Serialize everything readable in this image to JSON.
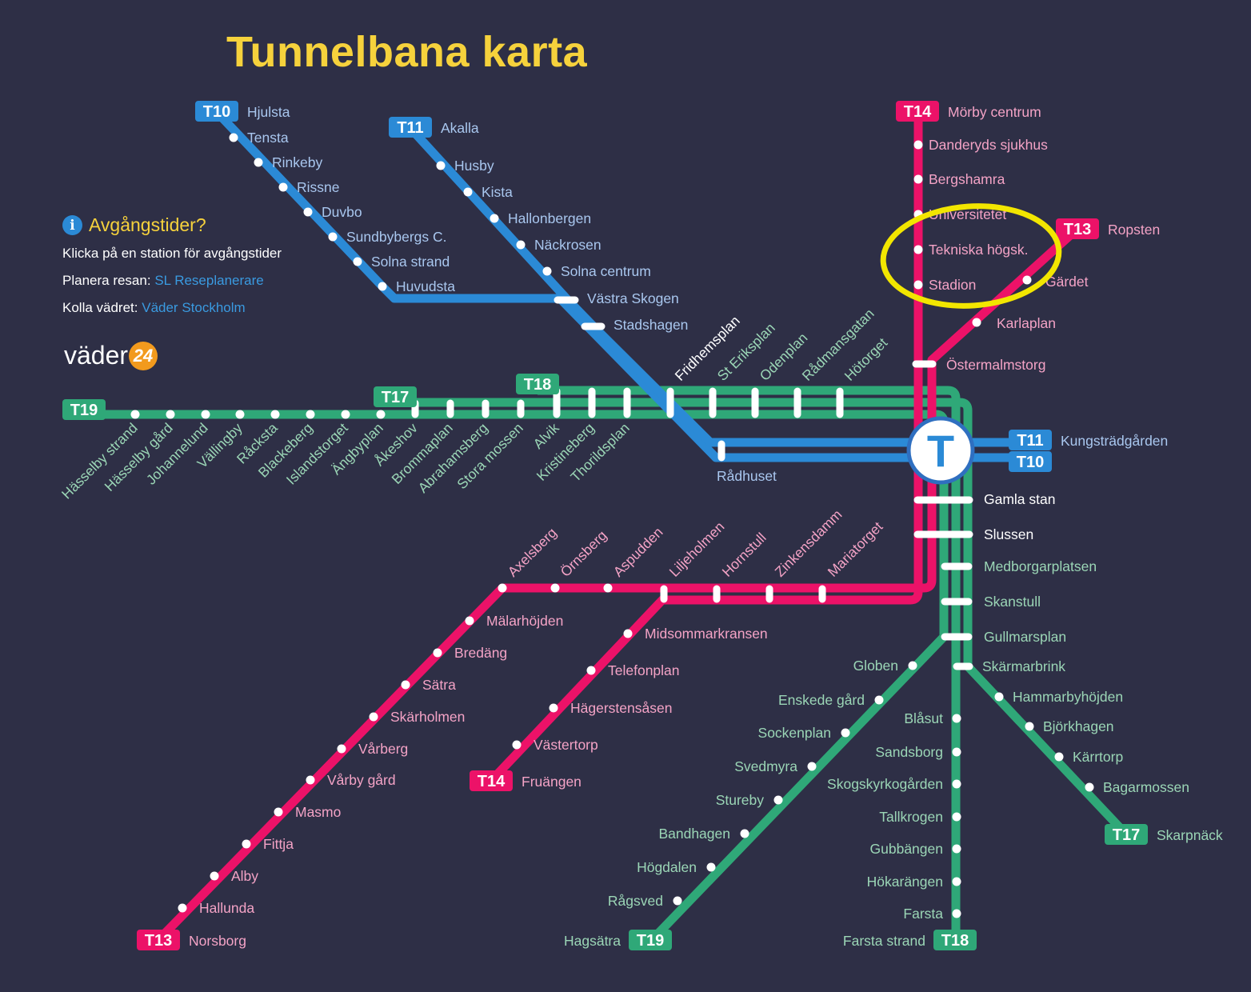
{
  "title": "Tunnelbana karta",
  "info": {
    "heading": "Avgångstider?",
    "icon": "info-icon",
    "instruction": "Klicka på en station för avgångstider",
    "plan_label": "Planera resan:",
    "plan_link": "SL Reseplanerare",
    "weather_label": "Kolla vädret:",
    "weather_link": "Väder Stockholm"
  },
  "logo": {
    "text": "väder",
    "badge": "24"
  },
  "colors": {
    "background": "#2e2f46",
    "blue": "#2b8ad6",
    "red": "#ec1268",
    "green": "#2fa878",
    "yellow": "#f6d23c",
    "blue_text": "#a9c7ef",
    "red_text": "#f4a3c6",
    "green_text": "#9bd6b6",
    "highlight": "#f2e600"
  },
  "central_station": {
    "symbol": "T"
  },
  "badges": [
    {
      "id": "t10-north",
      "label": "T10",
      "color": "blue",
      "terminal": "Hjulsta"
    },
    {
      "id": "t11-north",
      "label": "T11",
      "color": "blue",
      "terminal": "Akalla"
    },
    {
      "id": "t14-north",
      "label": "T14",
      "color": "red",
      "terminal": "Mörby centrum"
    },
    {
      "id": "t13-north",
      "label": "T13",
      "color": "red",
      "terminal": "Ropsten"
    },
    {
      "id": "t19-west",
      "label": "T19",
      "color": "green",
      "terminal": ""
    },
    {
      "id": "t17-west",
      "label": "T17",
      "color": "green",
      "terminal": ""
    },
    {
      "id": "t18-west",
      "label": "T18",
      "color": "green",
      "terminal": ""
    },
    {
      "id": "t11-east",
      "label": "T11",
      "color": "blue",
      "terminal": "Kungsträdgården"
    },
    {
      "id": "t10-east",
      "label": "T10",
      "color": "blue",
      "terminal": ""
    },
    {
      "id": "t13-south",
      "label": "T13",
      "color": "red",
      "terminal": "Norsborg"
    },
    {
      "id": "t14-south",
      "label": "T14",
      "color": "red",
      "terminal": "Fruängen"
    },
    {
      "id": "t19-south",
      "label": "T19",
      "color": "green",
      "terminal": "Hagsätra"
    },
    {
      "id": "t18-south",
      "label": "T18",
      "color": "green",
      "terminal": "Farsta strand"
    },
    {
      "id": "t17-south",
      "label": "T17",
      "color": "green",
      "terminal": "Skarpnäck"
    }
  ],
  "stations": {
    "t10": [
      "Tensta",
      "Rinkeby",
      "Rissne",
      "Duvbo",
      "Sundbybergs C.",
      "Solna strand",
      "Huvudsta"
    ],
    "t11": [
      "Husby",
      "Kista",
      "Hallonbergen",
      "Näckrosen",
      "Solna centrum",
      "Västra Skogen",
      "Stadshagen"
    ],
    "green_west": [
      "Hässelby strand",
      "Hässelby gård",
      "Johannelund",
      "Vällingby",
      "Råcksta",
      "Blackeberg",
      "Islandstorget",
      "Ängbyplan",
      "Åkeshov",
      "Brommaplan",
      "Abrahamsberg",
      "Stora mossen",
      "Alvik",
      "Kristineberg",
      "Thorildsplan"
    ],
    "green_center": [
      "Fridhemsplan",
      "St Eriksplan",
      "Odenplan",
      "Rådmansgatan",
      "Hötorget"
    ],
    "red_north": [
      "Danderyds sjukhus",
      "Bergshamra",
      "Universitetet",
      "Tekniska högsk.",
      "Stadion"
    ],
    "t13_north": [
      "Gärdet",
      "Karlaplan"
    ],
    "central": [
      "Östermalmstorg",
      "Rådhuset",
      "Gamla stan",
      "Slussen"
    ],
    "south_trunk": [
      "Medborgarplatsen",
      "Skanstull",
      "Gullmarsplan",
      "Skärmarbrink"
    ],
    "red_west": [
      "Axelsberg",
      "Örnsberg",
      "Aspudden",
      "Liljeholmen",
      "Hornstull",
      "Zinkensdamm",
      "Mariatorget"
    ],
    "t13_sw": [
      "Mälarhöjden",
      "Bredäng",
      "Sätra",
      "Skärholmen",
      "Vårberg",
      "Vårby gård",
      "Masmo",
      "Fittja",
      "Alby",
      "Hallunda"
    ],
    "t14_sw": [
      "Midsommarkransen",
      "Telefonplan",
      "Hägerstensåsen",
      "Västertorp"
    ],
    "t19_south": [
      "Globen",
      "Enskede gård",
      "Sockenplan",
      "Svedmyra",
      "Stureby",
      "Bandhagen",
      "Högdalen",
      "Rågsved"
    ],
    "t18_south": [
      "Blåsut",
      "Sandsborg",
      "Skogskyrkogården",
      "Tallkrogen",
      "Gubbängen",
      "Hökarängen",
      "Farsta"
    ],
    "t17_south": [
      "Hammarbyhöjden",
      "Björkhagen",
      "Kärrtorp",
      "Bagarmossen"
    ]
  }
}
